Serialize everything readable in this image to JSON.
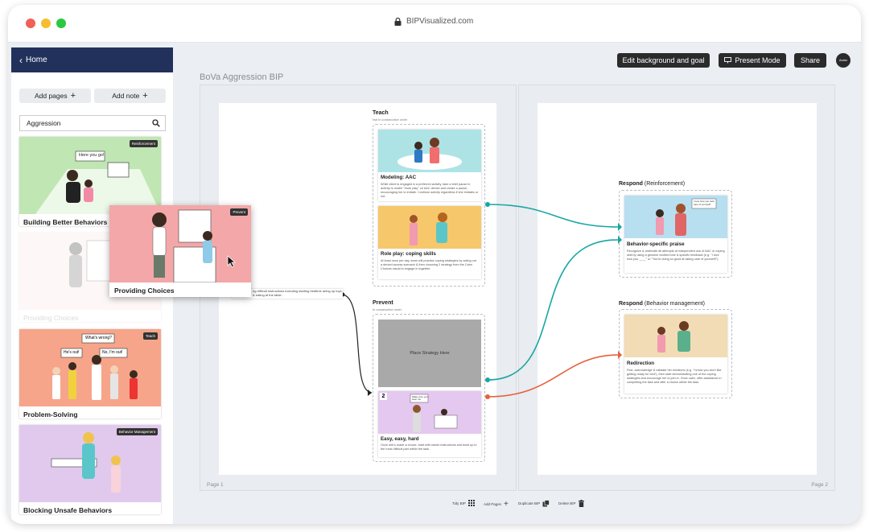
{
  "browser": {
    "url": "BIPVisualized.com"
  },
  "sidebar": {
    "home_label": "Home",
    "add_pages_label": "Add pages",
    "add_note_label": "Add note",
    "search_value": "Aggression",
    "cards": [
      {
        "title": "Building Better Behaviors (D",
        "tag": "Reinforcement",
        "speech": "Here you go!",
        "color": "#bfe6b3"
      },
      {
        "title": "Providing Choices",
        "tag": "",
        "color": "#fbeaea"
      },
      {
        "title": "Problem-Solving",
        "tag": "Teach",
        "speech": [
          "What's wrong?",
          "He's out!",
          "No, I'm out!"
        ],
        "color": "#f6a58a"
      },
      {
        "title": "Blocking Unsafe Behaviors",
        "tag": "Behavior Management",
        "color": "#e1c9ee"
      }
    ]
  },
  "dragging_card": {
    "title": "Providing Choices",
    "tag": "Prevent",
    "color": "#f4a7a8"
  },
  "dragging_row_text": "ng difficult instructions including starting bedtime aning up toys, & eating at the table.",
  "toolbar": {
    "edit_label": "Edit background and goal",
    "present_label": "Present Mode",
    "share_label": "Share",
    "avatar_label": "Avatar"
  },
  "document": {
    "title": "BoVa Aggression BIP"
  },
  "page1": {
    "label": "Page 1",
    "teach": {
      "title": "Teach",
      "subtitle": "Not in consecutive order",
      "cards": [
        {
          "title": "Modeling: AAC",
          "desc": "While client is engaged in a preferred activity, take a brief pause in activity to model \"more play\" on AAC device and create a pause, encouraging her to imitate. Continue activity regardless if she imitates or not.",
          "color": "#aee3e6"
        },
        {
          "title": "Role play: coping skills",
          "desc": "At least once per day, team will practice coping strategies by acting out a denied access scenario & then choosing 2 strategy from the Calm Choices visual to engage in together.",
          "color": "#f7c76b"
        }
      ]
    },
    "prevent": {
      "title": "Prevent",
      "subtitle": "In consecutive order",
      "placeholder": "Place Strategy Here",
      "cards": [
        {
          "number": "2",
          "title": "Easy, easy, hard",
          "speech": "Make sure you hear me",
          "desc": "Once she's made a choice, start with easier instructions and build up to the most difficult part within the task.",
          "color": "#e4c8f0"
        }
      ]
    }
  },
  "page2": {
    "label": "Page 2",
    "reinforcement": {
      "title": "Respond",
      "qualifier": "(Reinforcement)",
      "card": {
        "title": "Behavior-specific praise",
        "speech": "I love how you took care of yourself!",
        "desc": "Recognize & celebrate all attempts at independent use of AAC or coping skill by using a genuine excited tone & specific feedback (e.g. \"I love how you ____\" or \"You're doing so good at taking care of yourself!\").",
        "color": "#b8dff0"
      }
    },
    "management": {
      "title": "Respond",
      "qualifier": "(Behavior management)",
      "card": {
        "title": "Redirection",
        "desc": "First, acknowledge & validate her emotions (e.g. \"I know you don't like getting ready for bed\"), then start demonstrating one of the coping strategies and encourage her to join in. Once calm, offer assistance in completing the task and offer a choice within the task.",
        "color": "#f2dcb5"
      }
    }
  },
  "footer": {
    "tidy": "Tidy BIP",
    "add_pages": "Add Pages",
    "duplicate": "Duplicate BIP",
    "delete": "Delete BIP"
  },
  "colors": {
    "teal": "#19a6a3",
    "orange": "#e8603c",
    "navy": "#22315c",
    "dark": "#2b2b2b"
  }
}
